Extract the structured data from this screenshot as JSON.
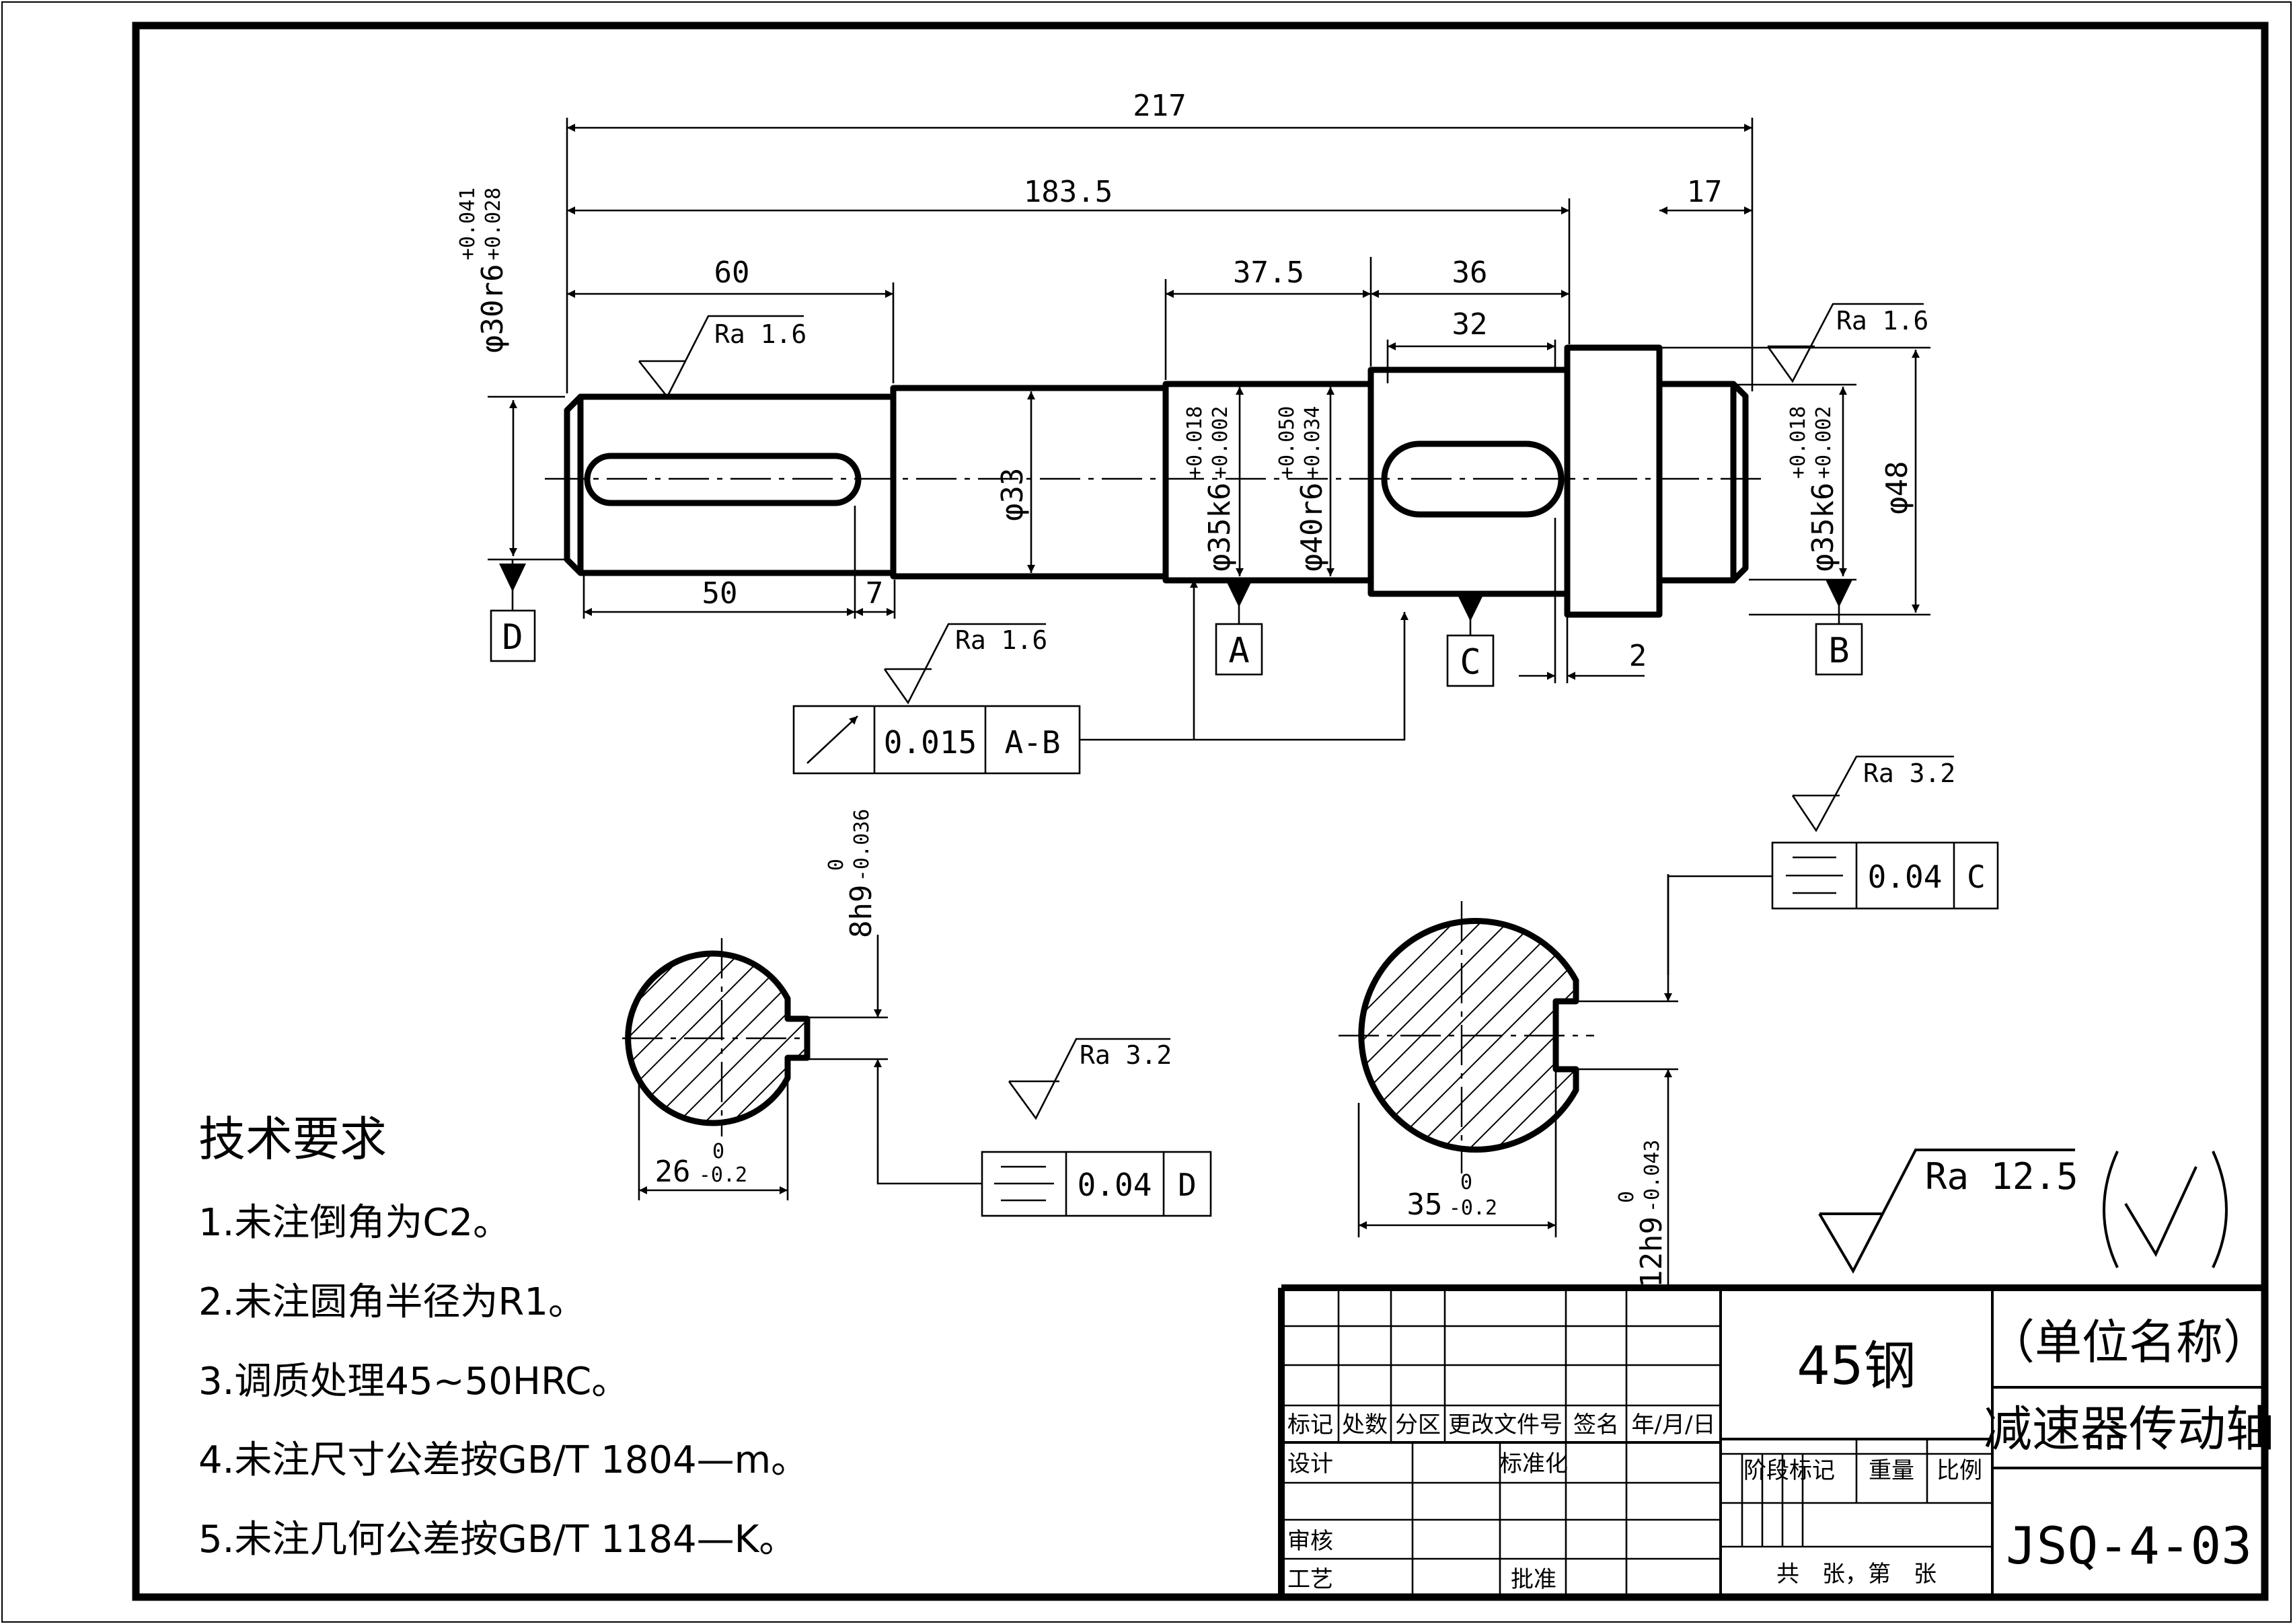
{
  "dimensions": {
    "overall_length": "217",
    "length_183": "183.5",
    "length_60": "60",
    "length_37": "37.5",
    "length_36": "36",
    "length_32": "32",
    "length_17": "17",
    "keyway_left_length": "50",
    "keyway_left_offset": "7",
    "shoulder_width": "2",
    "dia_left_end": "φ30r6",
    "dia_left_end_upper": "+0.041",
    "dia_left_end_lower": "+0.028",
    "dia_33": "φ33",
    "dia_35_left": "φ35k6",
    "dia_35_left_upper": "+0.018",
    "dia_35_left_lower": "+0.002",
    "dia_40": "φ40r6",
    "dia_40_upper": "+0.050",
    "dia_40_lower": "+0.034",
    "dia_35_right": "φ35k6",
    "dia_35_right_upper": "+0.018",
    "dia_35_right_lower": "+0.002",
    "dia_48": "φ48"
  },
  "roughness": {
    "left_shaft": "Ra 1.6",
    "right_shaft": "Ra 1.6",
    "tolerance_frame": "Ra 1.6",
    "section_left": "Ra 3.2",
    "section_right": "Ra 3.2",
    "general": "Ra 12.5"
  },
  "datums": {
    "d": "D",
    "a": "A",
    "c": "C",
    "b": "B"
  },
  "tolerance_frames": {
    "runout": {
      "value": "0.015",
      "datum": "A-B"
    },
    "symmetry_left": {
      "value": "0.04",
      "datum": "D"
    },
    "symmetry_right": {
      "value": "0.04",
      "datum": "C"
    }
  },
  "sections": {
    "left_keyway_width": "8h9",
    "left_keyway_width_upper": "0",
    "left_keyway_width_lower": "-0.036",
    "left_depth": "26",
    "left_depth_upper": "0",
    "left_depth_lower": "-0.2",
    "right_depth": "35",
    "right_depth_upper": "0",
    "right_depth_lower": "-0.2",
    "right_keyway_width": "12h9",
    "right_keyway_width_upper": "0",
    "right_keyway_width_lower": "-0.043"
  },
  "tech_requirements": {
    "title": "技术要求",
    "items": [
      "1.未注倒角为C2。",
      "2.未注圆角半径为R1。",
      "3.调质处理45~50HRC。",
      "4.未注尺寸公差按GB/T 1804—m。",
      "5.未注几何公差按GB/T 1184—K。"
    ]
  },
  "title_block": {
    "material": "45钢",
    "unit_name": "（单位名称）",
    "drawing_name": "减速器传动轴",
    "drawing_number": "JSQ-4-03",
    "col_mark": "标记",
    "col_count": "处数",
    "col_zone": "分区",
    "col_doc": "更改文件号",
    "col_sign": "签名",
    "col_date": "年/月/日",
    "design": "设计",
    "standardize": "标准化",
    "review": "审核",
    "process": "工艺",
    "approve": "批准",
    "stage_mark": "阶段标记",
    "weight": "重量",
    "scale": "比例",
    "sheets": "共　张，第　张"
  }
}
